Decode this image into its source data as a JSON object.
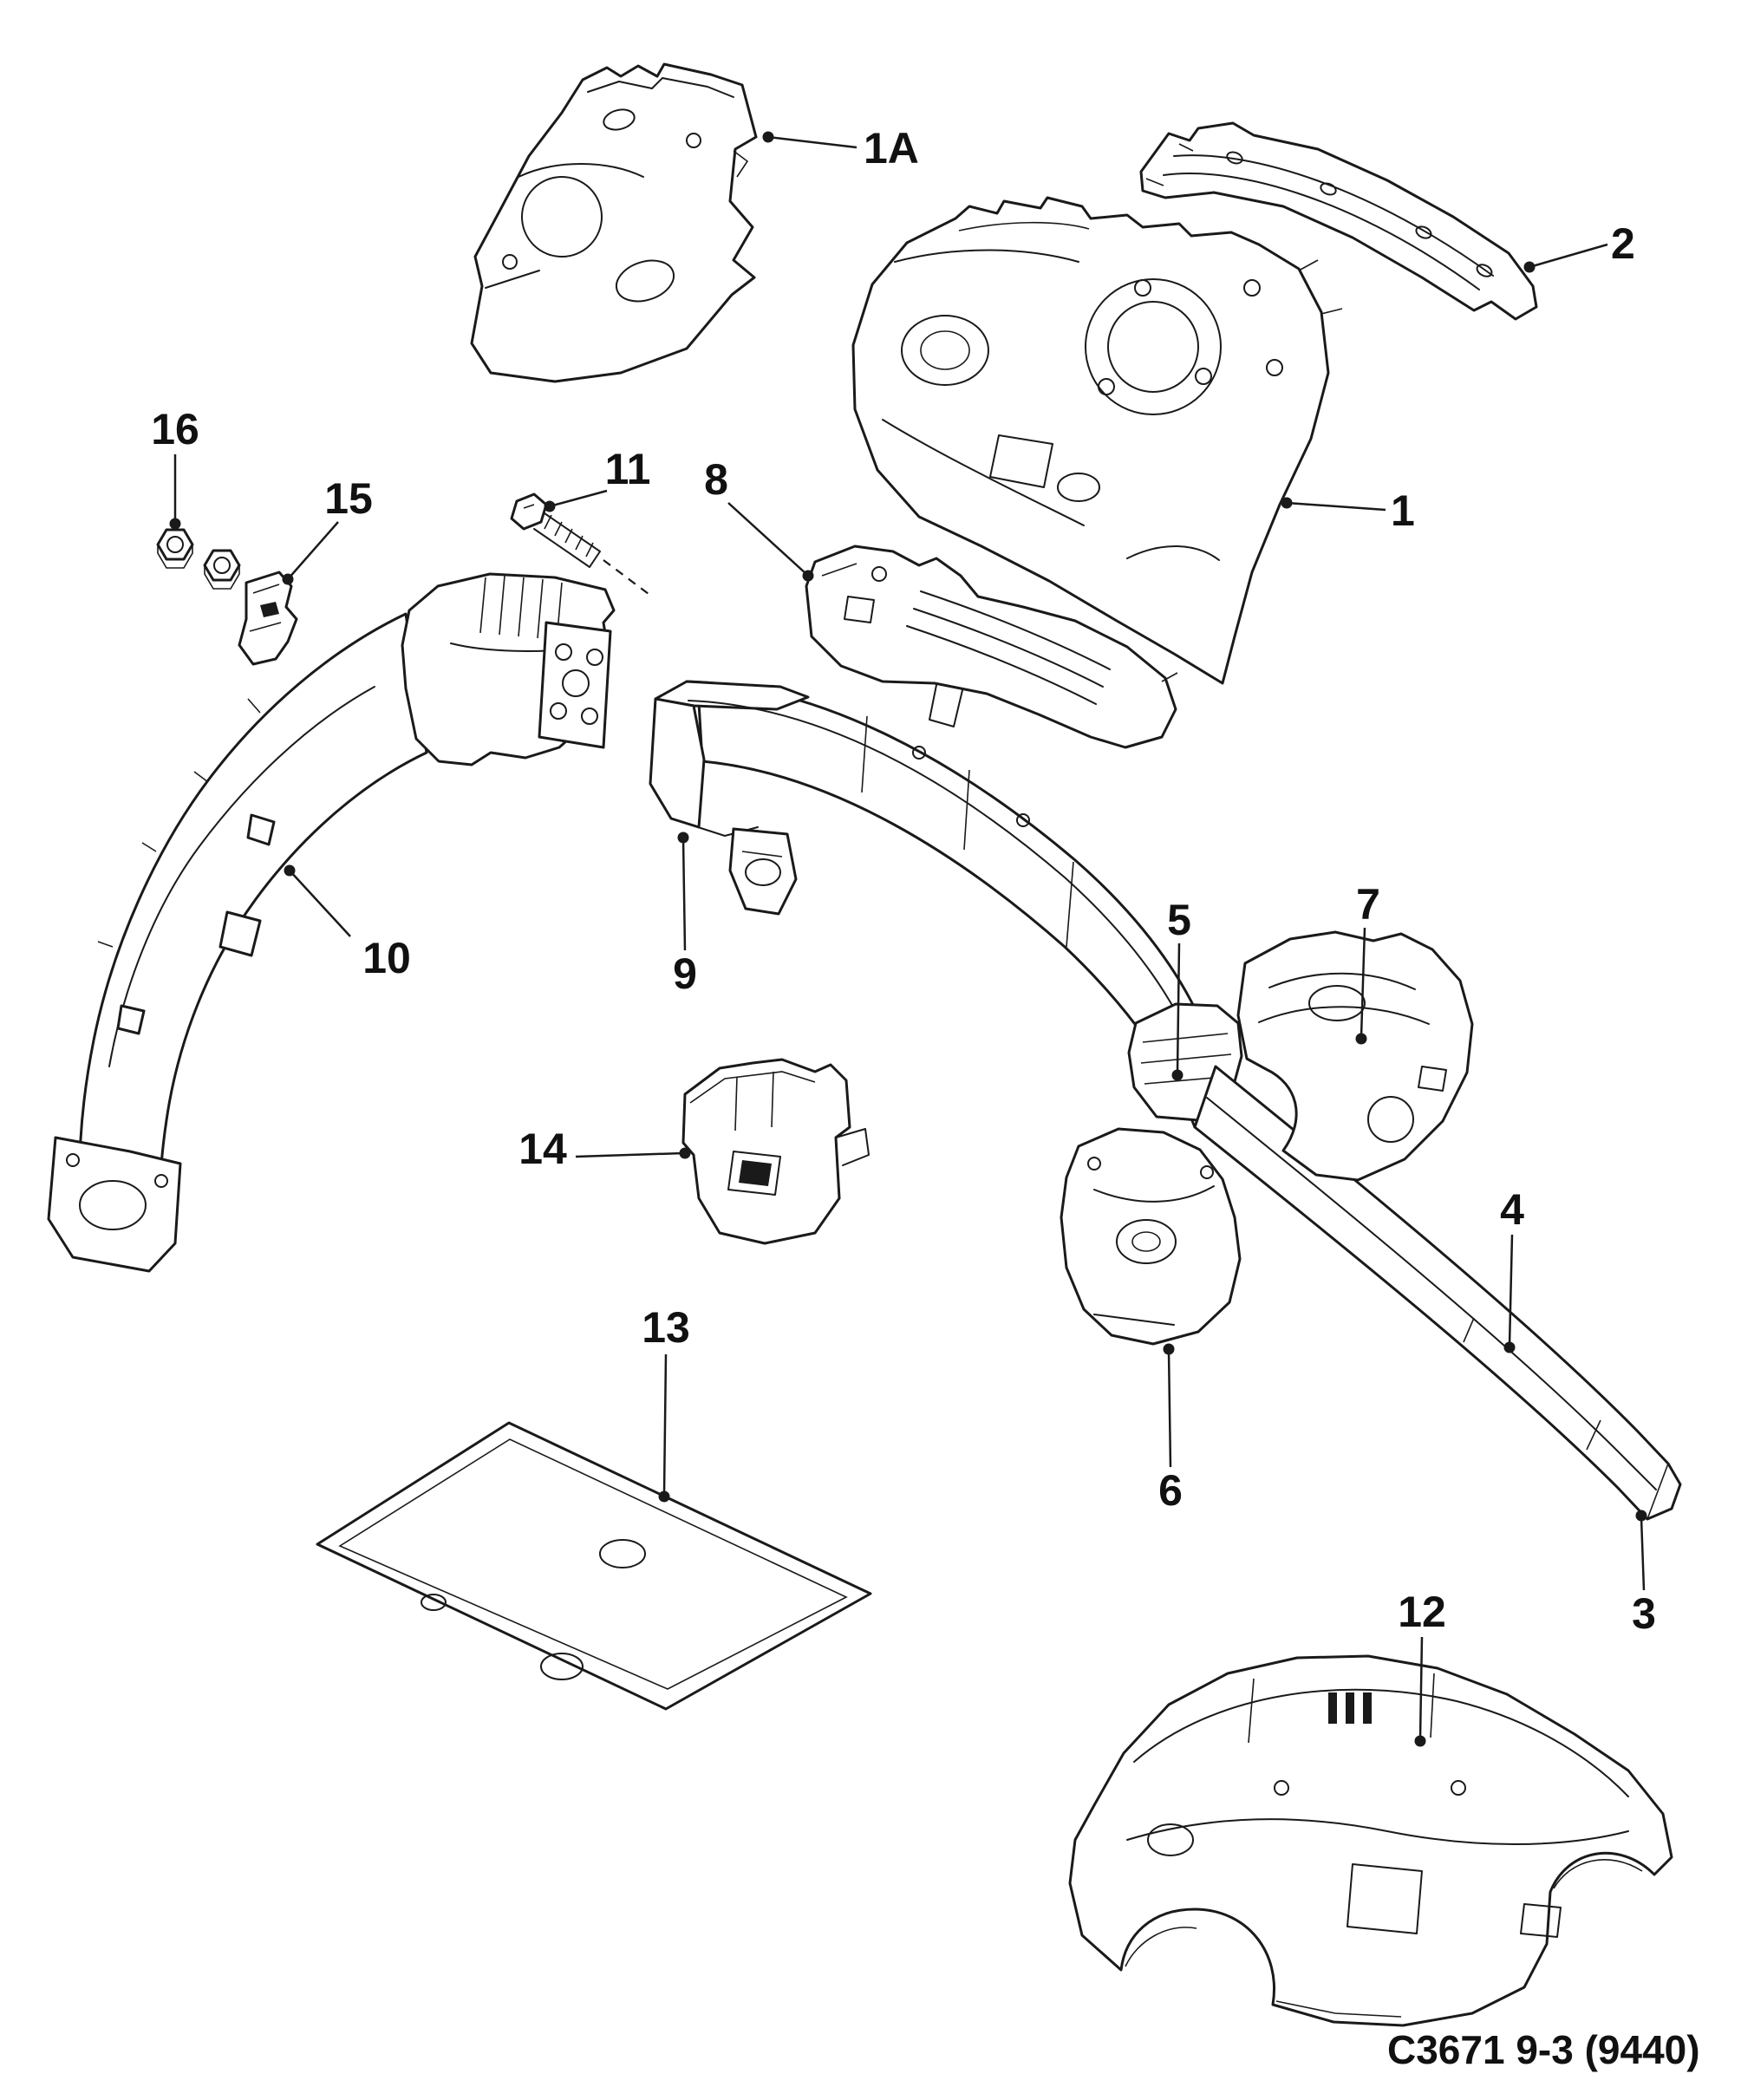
{
  "colors": {
    "background": "#ffffff",
    "line": "#1a1a1a"
  },
  "figure": {
    "code": "C3671 9-3  (9440)"
  },
  "callouts": [
    {
      "id": "1A",
      "label": "1A"
    },
    {
      "id": "2",
      "label": "2"
    },
    {
      "id": "1",
      "label": "1"
    },
    {
      "id": "16",
      "label": "16"
    },
    {
      "id": "15",
      "label": "15"
    },
    {
      "id": "11",
      "label": "11"
    },
    {
      "id": "8",
      "label": "8"
    },
    {
      "id": "10",
      "label": "10"
    },
    {
      "id": "9",
      "label": "9"
    },
    {
      "id": "5",
      "label": "5"
    },
    {
      "id": "7",
      "label": "7"
    },
    {
      "id": "4",
      "label": "4"
    },
    {
      "id": "14",
      "label": "14"
    },
    {
      "id": "13",
      "label": "13"
    },
    {
      "id": "6",
      "label": "6"
    },
    {
      "id": "12",
      "label": "12"
    },
    {
      "id": "3",
      "label": "3"
    }
  ]
}
